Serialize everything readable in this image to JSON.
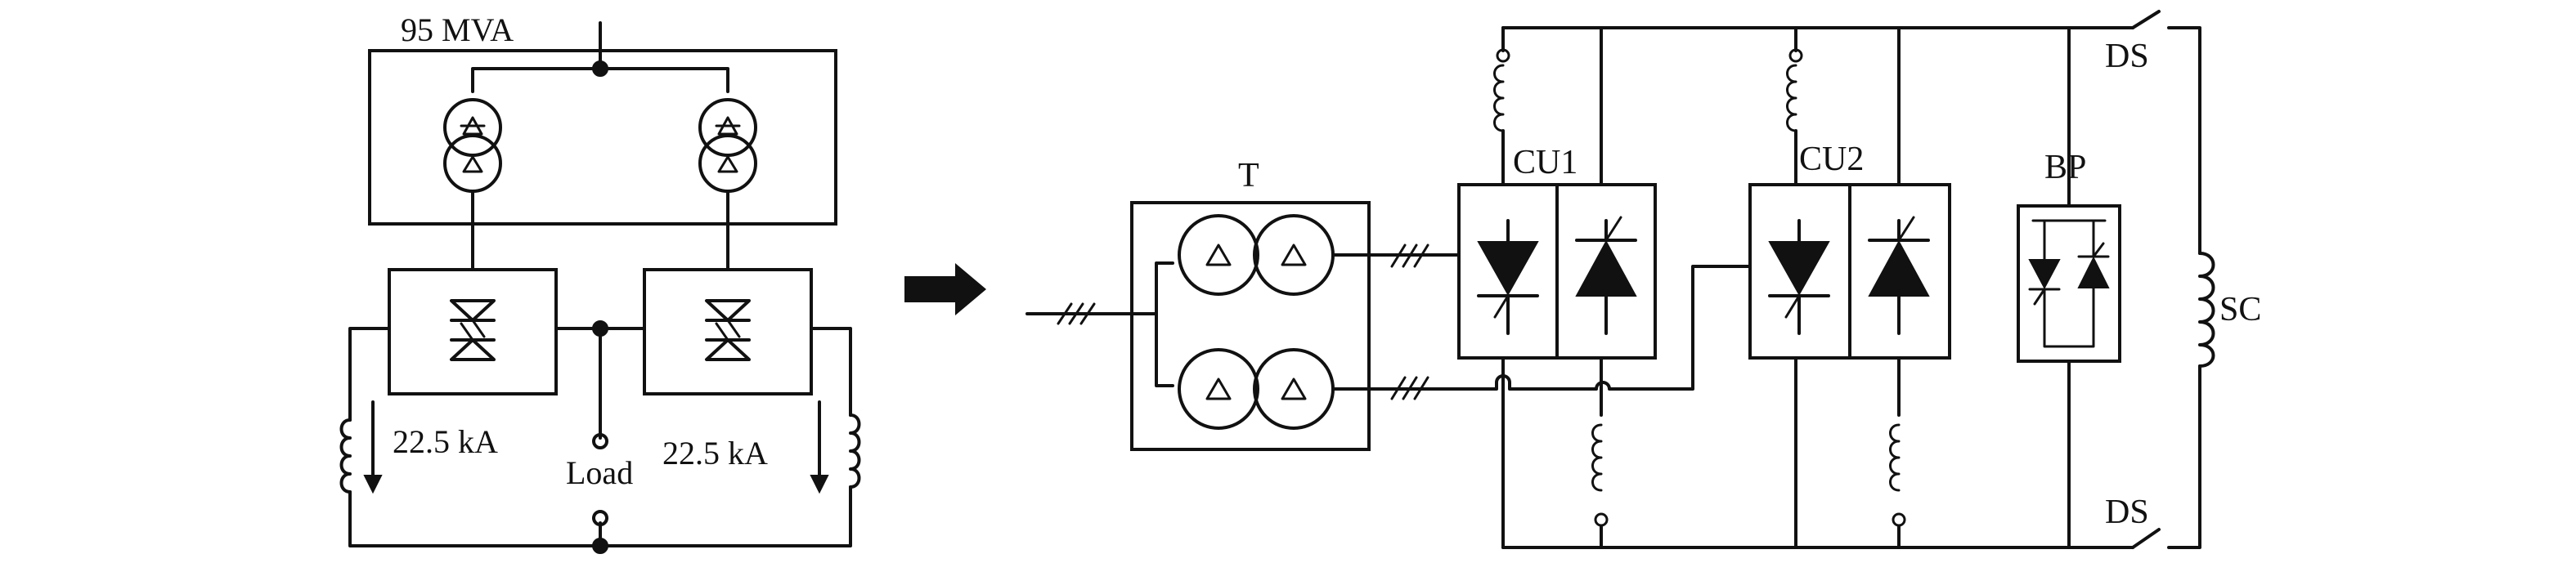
{
  "left_diagram": {
    "source_label": "95 MVA",
    "current_left": "22.5 kA",
    "current_right": "22.5 kA",
    "load_label": "Load"
  },
  "arrow": {
    "icon": "right-arrow-icon"
  },
  "right_diagram": {
    "transformer_label": "T",
    "converter_1_label": "CU1",
    "converter_2_label": "CU2",
    "bypass_label": "BP",
    "switch_top_label": "DS",
    "switch_bottom_label": "DS",
    "coil_label": "SC"
  }
}
